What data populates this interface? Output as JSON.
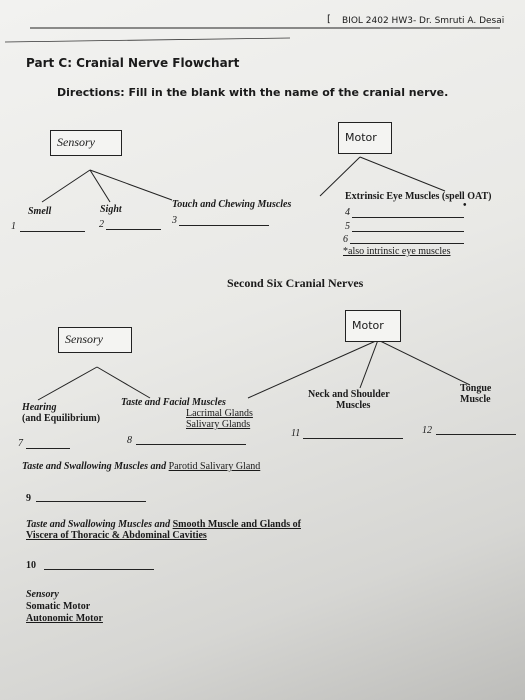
{
  "header": {
    "bracket": "[",
    "course": "BIOL 2402 HW3- Dr. Smruti A. Desai"
  },
  "part_title": "Part C: Cranial Nerve Flowchart",
  "directions": "Directions: Fill in the blank with the name of the cranial nerve.",
  "first_six": {
    "sensory_box": "Sensory",
    "motor_box": "Motor",
    "smell": "Smell",
    "sight": "Sight",
    "touch": "Touch and Chewing Muscles",
    "eye": "Extrinsic Eye Muscles (spell OAT)",
    "n1": "1",
    "n2": "2",
    "n3": "3",
    "n4": "4",
    "n5": "5",
    "n6": "6",
    "star": "•",
    "note": "*also intrinsic eye muscles"
  },
  "second_title": "Second Six Cranial Nerves",
  "second_six": {
    "sensory_box": "Sensory",
    "motor_box": "Motor",
    "hearing": "Hearing",
    "equilibrium": "(and Equilibrium)",
    "taste_facial": "Taste and Facial Muscles",
    "lacrimal": "Lacrimal Glands",
    "salivary": "Salivary Glands",
    "neck": "Neck and Shoulder",
    "neck2": "Muscles",
    "tongue": "Tongue",
    "tongue2": "Muscle",
    "n7": "7",
    "n8": "8",
    "n11": "11",
    "n12": "12"
  },
  "taste_swallow_prefix": "Taste and Swallowing Muscles and ",
  "parotid": "Parotid Salivary Gland",
  "n9": "9",
  "taste_swallow2_prefix": "Taste and Swallowing Muscles and ",
  "smooth": "Smooth Muscle and Glands of",
  "viscera": "Viscera of Thoracic & Abdominal Cavities",
  "n10": "10",
  "legend": {
    "sensory": "Sensory",
    "somatic": "Somatic Motor",
    "autonomic": "Autonomic Motor"
  }
}
